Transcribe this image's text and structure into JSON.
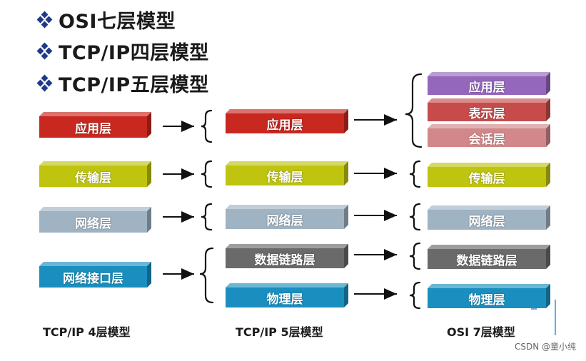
{
  "bullets": [
    {
      "text": "OSI七层模型"
    },
    {
      "text": "TCP/IP四层模型"
    },
    {
      "text": "TCP/IP五层模型"
    }
  ],
  "colors": {
    "application": "#c8281f",
    "presentation": "#c74b4b",
    "session": "#d2888a",
    "application7": "#9467bd",
    "transport": "#bfc40f",
    "network": "#9fb3c3",
    "datalink": "#6a6a6a",
    "physical": "#1a8fbf"
  },
  "tcpip4": {
    "title": "TCP/IP 4层模型",
    "layers": [
      {
        "label": "应用层",
        "color": "application"
      },
      {
        "label": "传输层",
        "color": "transport"
      },
      {
        "label": "网络层",
        "color": "network"
      },
      {
        "label": "网络接口层",
        "color": "physical"
      }
    ]
  },
  "tcpip5": {
    "title": "TCP/IP 5层模型",
    "layers": [
      {
        "label": "应用层",
        "color": "application"
      },
      {
        "label": "传输层",
        "color": "transport"
      },
      {
        "label": "网络层",
        "color": "network"
      },
      {
        "label": "数据链路层",
        "color": "datalink"
      },
      {
        "label": "物理层",
        "color": "physical"
      }
    ]
  },
  "osi7": {
    "title": "OSI 7层模型",
    "layers": [
      {
        "label": "应用层",
        "color": "application7"
      },
      {
        "label": "表示层",
        "color": "presentation"
      },
      {
        "label": "会话层",
        "color": "session"
      },
      {
        "label": "传输层",
        "color": "transport"
      },
      {
        "label": "网络层",
        "color": "network"
      },
      {
        "label": "数据链路层",
        "color": "datalink"
      },
      {
        "label": "物理层",
        "color": "physical"
      }
    ]
  },
  "watermark": "CSDN @童小纯"
}
